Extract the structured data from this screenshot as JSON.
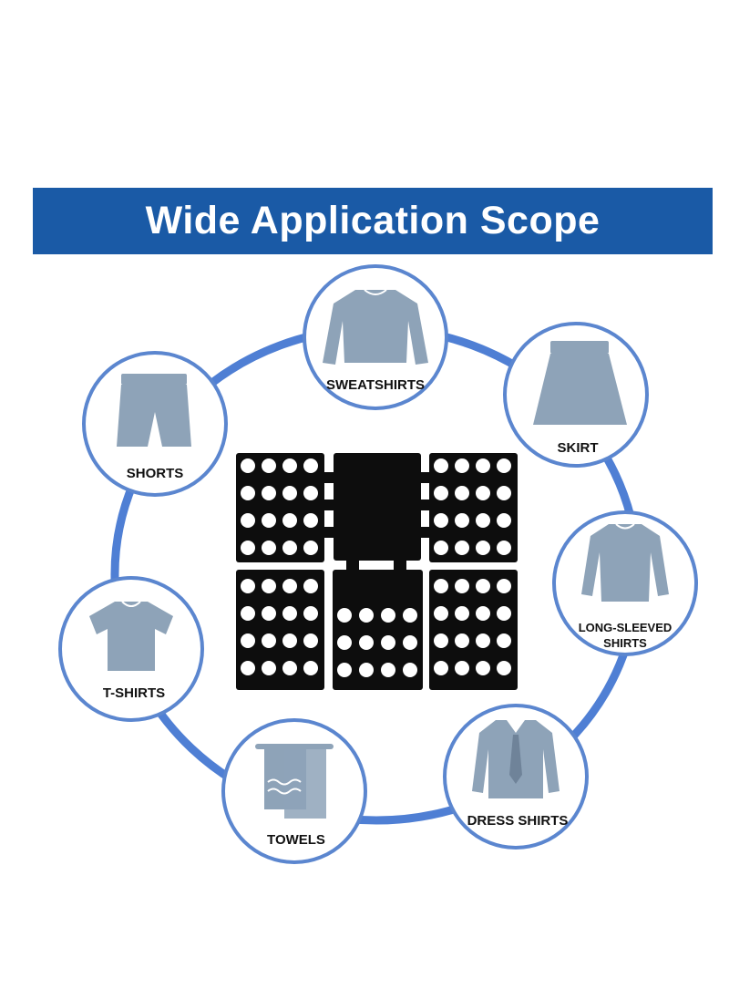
{
  "banner": {
    "title": "Wide Application Scope"
  },
  "colors": {
    "banner_bg": "#1a5aa6",
    "ring": "#4f7fd4",
    "badge_border": "#5b86cf",
    "garment": "#8ea3b8",
    "board": "#0d0d0d"
  },
  "items": [
    {
      "label": "SWEATSHIRTS",
      "icon": "sweatshirt-icon"
    },
    {
      "label": "SKIRT",
      "icon": "skirt-icon"
    },
    {
      "label_lines": [
        "LONG-SLEEVED",
        "SHIRTS"
      ],
      "icon": "long-sleeved-shirt-icon"
    },
    {
      "label": "DRESS SHIRTS",
      "icon": "dress-shirt-icon"
    },
    {
      "label": "TOWELS",
      "icon": "towel-icon"
    },
    {
      "label": "T-SHIRTS",
      "icon": "t-shirt-icon"
    },
    {
      "label": "SHORTS",
      "icon": "shorts-icon"
    }
  ],
  "product": {
    "icon": "folding-board-icon"
  }
}
